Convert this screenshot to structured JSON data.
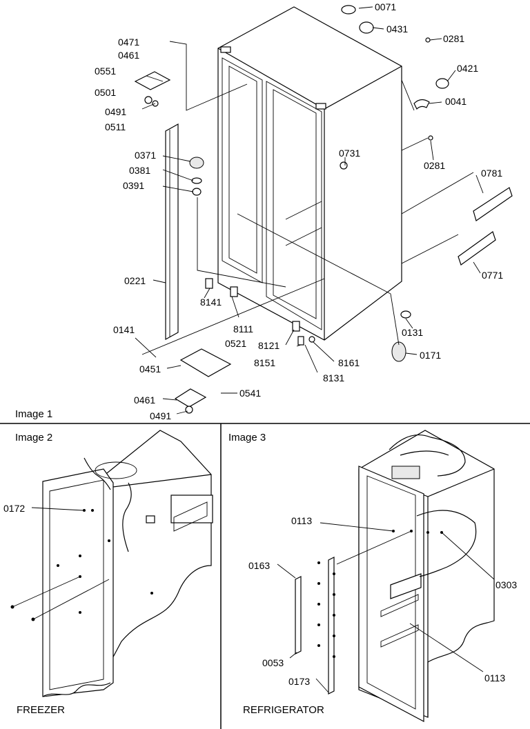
{
  "image1": {
    "caption": "Image 1",
    "labels": [
      "0071",
      "0431",
      "0281",
      "0421",
      "0041",
      "0281",
      "0781",
      "0771",
      "0131",
      "0171",
      "0731",
      "0471",
      "0461",
      "0551",
      "0501",
      "0491",
      "0511",
      "0371",
      "0381",
      "0391",
      "0221",
      "0141",
      "8141",
      "8111",
      "0521",
      "0451",
      "0461",
      "0491",
      "0541",
      "8121",
      "8151",
      "8161",
      "8131"
    ]
  },
  "image2": {
    "caption": "Image 2",
    "subtitle": "FREEZER",
    "labels": [
      "0172"
    ]
  },
  "image3": {
    "caption": "Image 3",
    "subtitle": "REFRIGERATOR",
    "labels": [
      "0113",
      "0163",
      "0303",
      "0053",
      "0173",
      "0113"
    ]
  }
}
